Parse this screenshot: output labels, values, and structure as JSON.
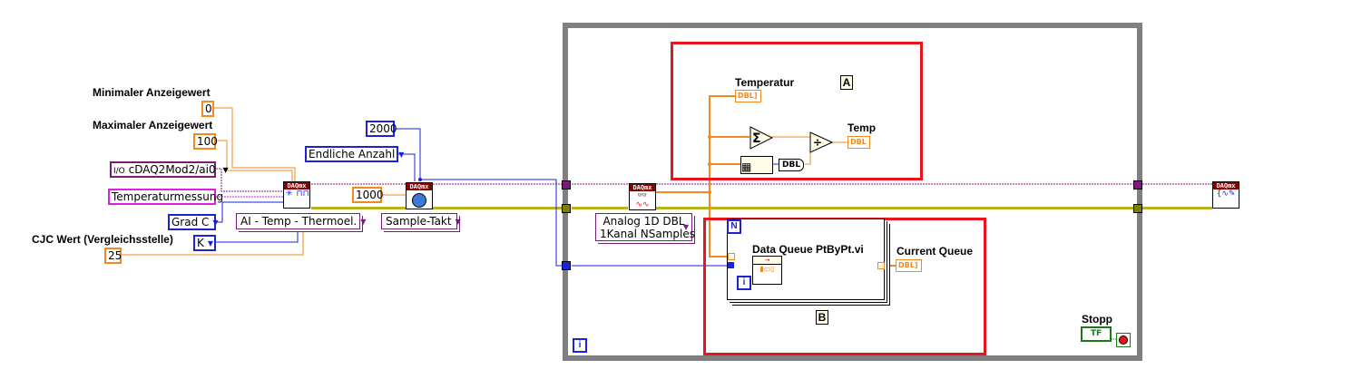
{
  "diagram": {
    "type": "LabVIEW block diagram",
    "labels": {
      "min_display": "Minimaler Anzeigewert",
      "max_display": "Maximaler Anzeigewert",
      "cjc_value": "CJC Wert (Vergleichsstelle)",
      "temperatur": "Temperatur",
      "temp": "Temp",
      "data_queue_vi": "Data Queue PtByPt.vi",
      "current_queue": "Current Queue",
      "stopp": "Stopp"
    },
    "constants": {
      "min_value": "0",
      "max_value": "100",
      "channel": "cDAQ2Mod2/ai0",
      "task_name": "Temperaturmessung",
      "units": "Grad C",
      "thermocouple_type": "K",
      "cjc_value": "25",
      "samples": "2000",
      "mode": "Endliche Anzahl",
      "rate": "1000"
    },
    "rings": {
      "create_channel": "AI - Temp - Thermoel.",
      "timing": "Sample-Takt",
      "read": "Analog 1D DBL",
      "read_line2": "1Kanal NSamples"
    },
    "nodes": {
      "daqmx_label": "DAQmx",
      "dbl": "DBL",
      "sum_symbol": "Σ",
      "divide_symbol": "÷",
      "bool_tf": "TF"
    },
    "loop_terminals": {
      "for_n": "N",
      "for_i": "i",
      "while_i": "i"
    },
    "annotations": {
      "box_a": "A",
      "box_b": "B"
    },
    "colors": {
      "orange_wire": "#f08a1e",
      "blue_wire": "#1a24d6",
      "purple_wire": "#7a1a7a",
      "pink_wire": "#e01ee0",
      "error_wire": "#b5b51e",
      "loop_border": "#808080",
      "highlight_red": "#e8141e",
      "daqmx_header": "#8b0000"
    }
  }
}
